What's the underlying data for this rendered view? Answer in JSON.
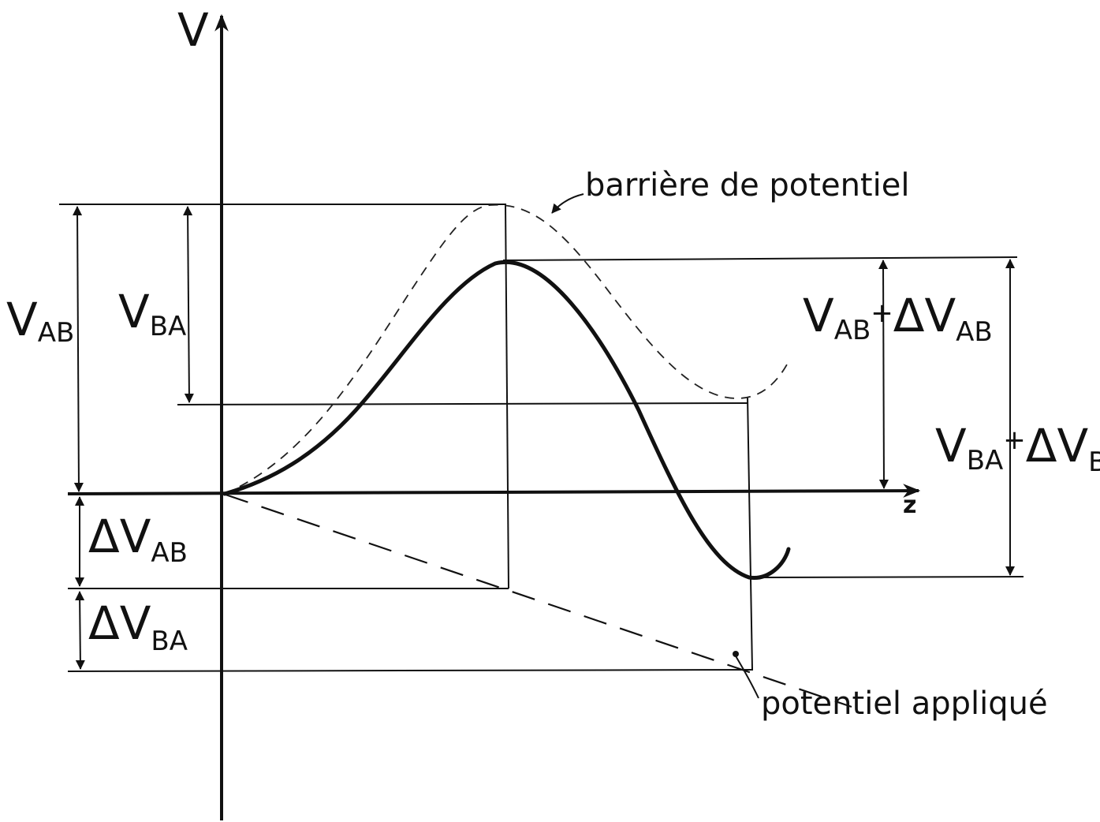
{
  "labels": {
    "v_axis": "V",
    "z_axis": "z",
    "barrier": "barrière de potentiel",
    "applied": "potentiel appliqué"
  },
  "quantities": {
    "vab": {
      "main": "V",
      "sub": "AB"
    },
    "vba": {
      "main": "V",
      "sub": "BA"
    },
    "dvab": {
      "delta": "Δ",
      "main": "V",
      "sub": "AB"
    },
    "dvba": {
      "delta": "Δ",
      "main": "V",
      "sub": "BA"
    },
    "vab_plus_dvab": {
      "main": "V",
      "sub": "AB",
      "plus": "+",
      "delta": "Δ",
      "main2": "V",
      "sub2": "AB"
    },
    "vba_plus_dvba": {
      "main": "V",
      "sub": "BA",
      "plus": "+",
      "delta": "Δ",
      "main2": "V",
      "sub2": "BA"
    }
  }
}
